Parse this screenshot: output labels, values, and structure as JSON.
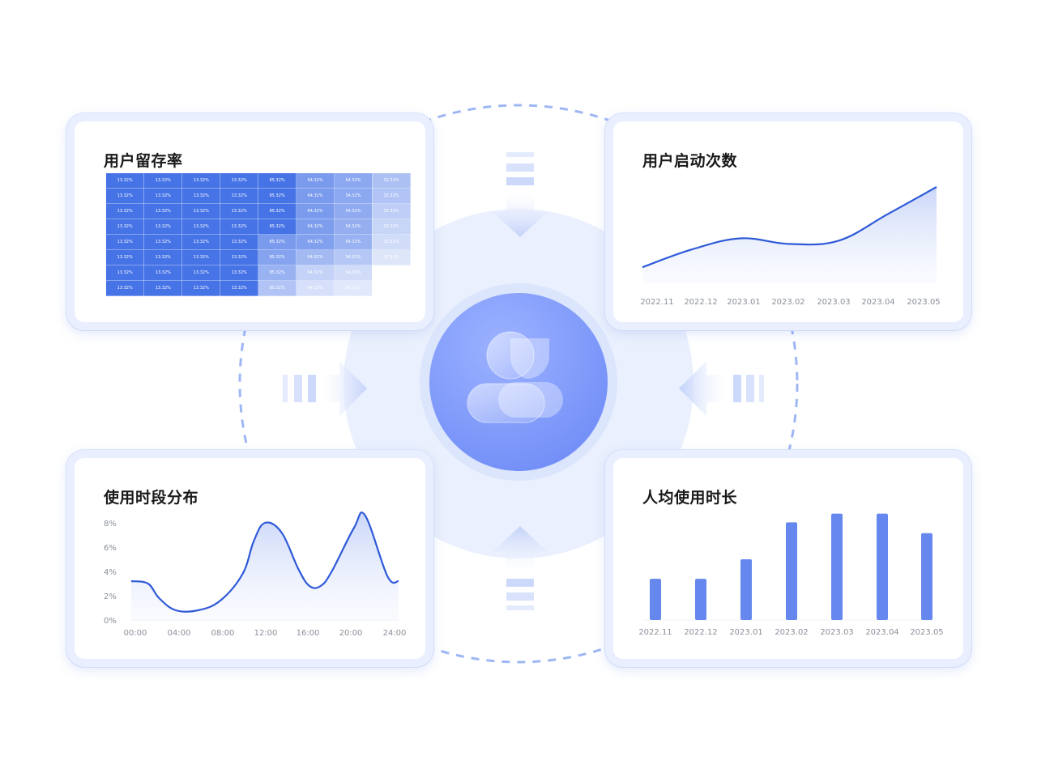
{
  "colors": {
    "accent": "#4f72e6",
    "line": "#2f5ad8",
    "bar": "#6688ee",
    "card_border": "#e9efff",
    "background_circle": "#eaf0fd"
  },
  "center": {
    "icon": "user-group-icon"
  },
  "retention_card": {
    "title": "用户留存率",
    "chart_data": {
      "type": "heatmap",
      "title": "用户留存率",
      "rows": [
        [
          "13.32%",
          "13.32%",
          "13.32%",
          "13.32%",
          "85.32%",
          "64.32%",
          "54.32%",
          "32.32%"
        ],
        [
          "13.32%",
          "13.32%",
          "13.32%",
          "13.32%",
          "85.32%",
          "64.32%",
          "54.32%",
          "32.32%"
        ],
        [
          "13.32%",
          "13.32%",
          "13.32%",
          "13.32%",
          "85.32%",
          "64.32%",
          "54.32%",
          "32.32%"
        ],
        [
          "13.32%",
          "13.32%",
          "13.32%",
          "13.32%",
          "85.32%",
          "64.32%",
          "54.32%",
          "32.32%"
        ],
        [
          "13.32%",
          "13.32%",
          "13.32%",
          "13.32%",
          "85.32%",
          "64.32%",
          "54.32%",
          "32.32%"
        ],
        [
          "13.32%",
          "13.32%",
          "13.32%",
          "13.32%",
          "85.32%",
          "64.32%",
          "54.32%",
          "32.32%"
        ],
        [
          "13.32%",
          "13.32%",
          "13.32%",
          "13.32%",
          "85.32%",
          "64.32%",
          "54.32%",
          ""
        ],
        [
          "13.32%",
          "13.32%",
          "13.32%",
          "13.32%",
          "85.32%",
          "64.32%",
          "54.32%",
          ""
        ]
      ],
      "cell_intensity": [
        [
          1,
          1,
          1,
          1,
          1,
          0.72,
          0.62,
          0.45
        ],
        [
          1,
          1,
          1,
          1,
          1,
          0.72,
          0.62,
          0.42
        ],
        [
          1,
          1,
          1,
          1,
          1,
          0.72,
          0.6,
          0.35
        ],
        [
          1,
          1,
          1,
          1,
          1,
          0.7,
          0.58,
          0.3
        ],
        [
          1,
          1,
          1,
          1,
          0.72,
          0.68,
          0.55,
          0.25
        ],
        [
          1,
          1,
          1,
          1,
          0.66,
          0.5,
          0.4,
          0.18
        ],
        [
          1,
          1,
          1,
          1,
          0.55,
          0.32,
          0.25,
          0
        ],
        [
          1,
          1,
          1,
          1,
          0.42,
          0.22,
          0.16,
          0
        ]
      ]
    }
  },
  "launch_card": {
    "title": "用户启动次数",
    "chart_data": {
      "type": "area",
      "title": "用户启动次数",
      "categories": [
        "2022.11",
        "2022.12",
        "2023.01",
        "2023.02",
        "2023.03",
        "2023.04",
        "2023.05"
      ],
      "values": [
        20,
        42,
        56,
        49,
        53,
        86,
        120
      ],
      "ylim": [
        0,
        120
      ],
      "grid": false,
      "yaxis_labels": false
    }
  },
  "period_card": {
    "title": "使用时段分布",
    "chart_data": {
      "type": "area",
      "title": "使用时段分布",
      "x_labels": [
        "00:00",
        "04:00",
        "08:00",
        "12:00",
        "16:00",
        "20:00",
        "24:00"
      ],
      "y_labels": [
        "0%",
        "2%",
        "4%",
        "6%",
        "8%"
      ],
      "x": [
        0,
        1.5,
        2.5,
        4,
        6,
        8,
        10,
        11,
        12,
        13.5,
        15,
        16,
        17,
        18,
        20,
        21,
        23,
        24
      ],
      "y": [
        3.2,
        3.0,
        1.8,
        0.8,
        0.8,
        1.6,
        3.8,
        6.5,
        8.0,
        7.2,
        4.2,
        2.8,
        2.8,
        4.0,
        7.6,
        8.6,
        3.6,
        3.2
      ],
      "xlim": [
        0,
        24
      ],
      "ylim": [
        0,
        8
      ],
      "grid": false
    }
  },
  "duration_card": {
    "title": "人均使用时长",
    "chart_data": {
      "type": "bar",
      "title": "人均使用时长",
      "categories": [
        "2022.11",
        "2022.12",
        "2023.01",
        "2023.02",
        "2023.03",
        "2023.04",
        "2023.05"
      ],
      "values": [
        38,
        38,
        56,
        90,
        98,
        98,
        80
      ],
      "ylim": [
        0,
        100
      ],
      "grid": false,
      "yaxis_labels": false
    }
  }
}
